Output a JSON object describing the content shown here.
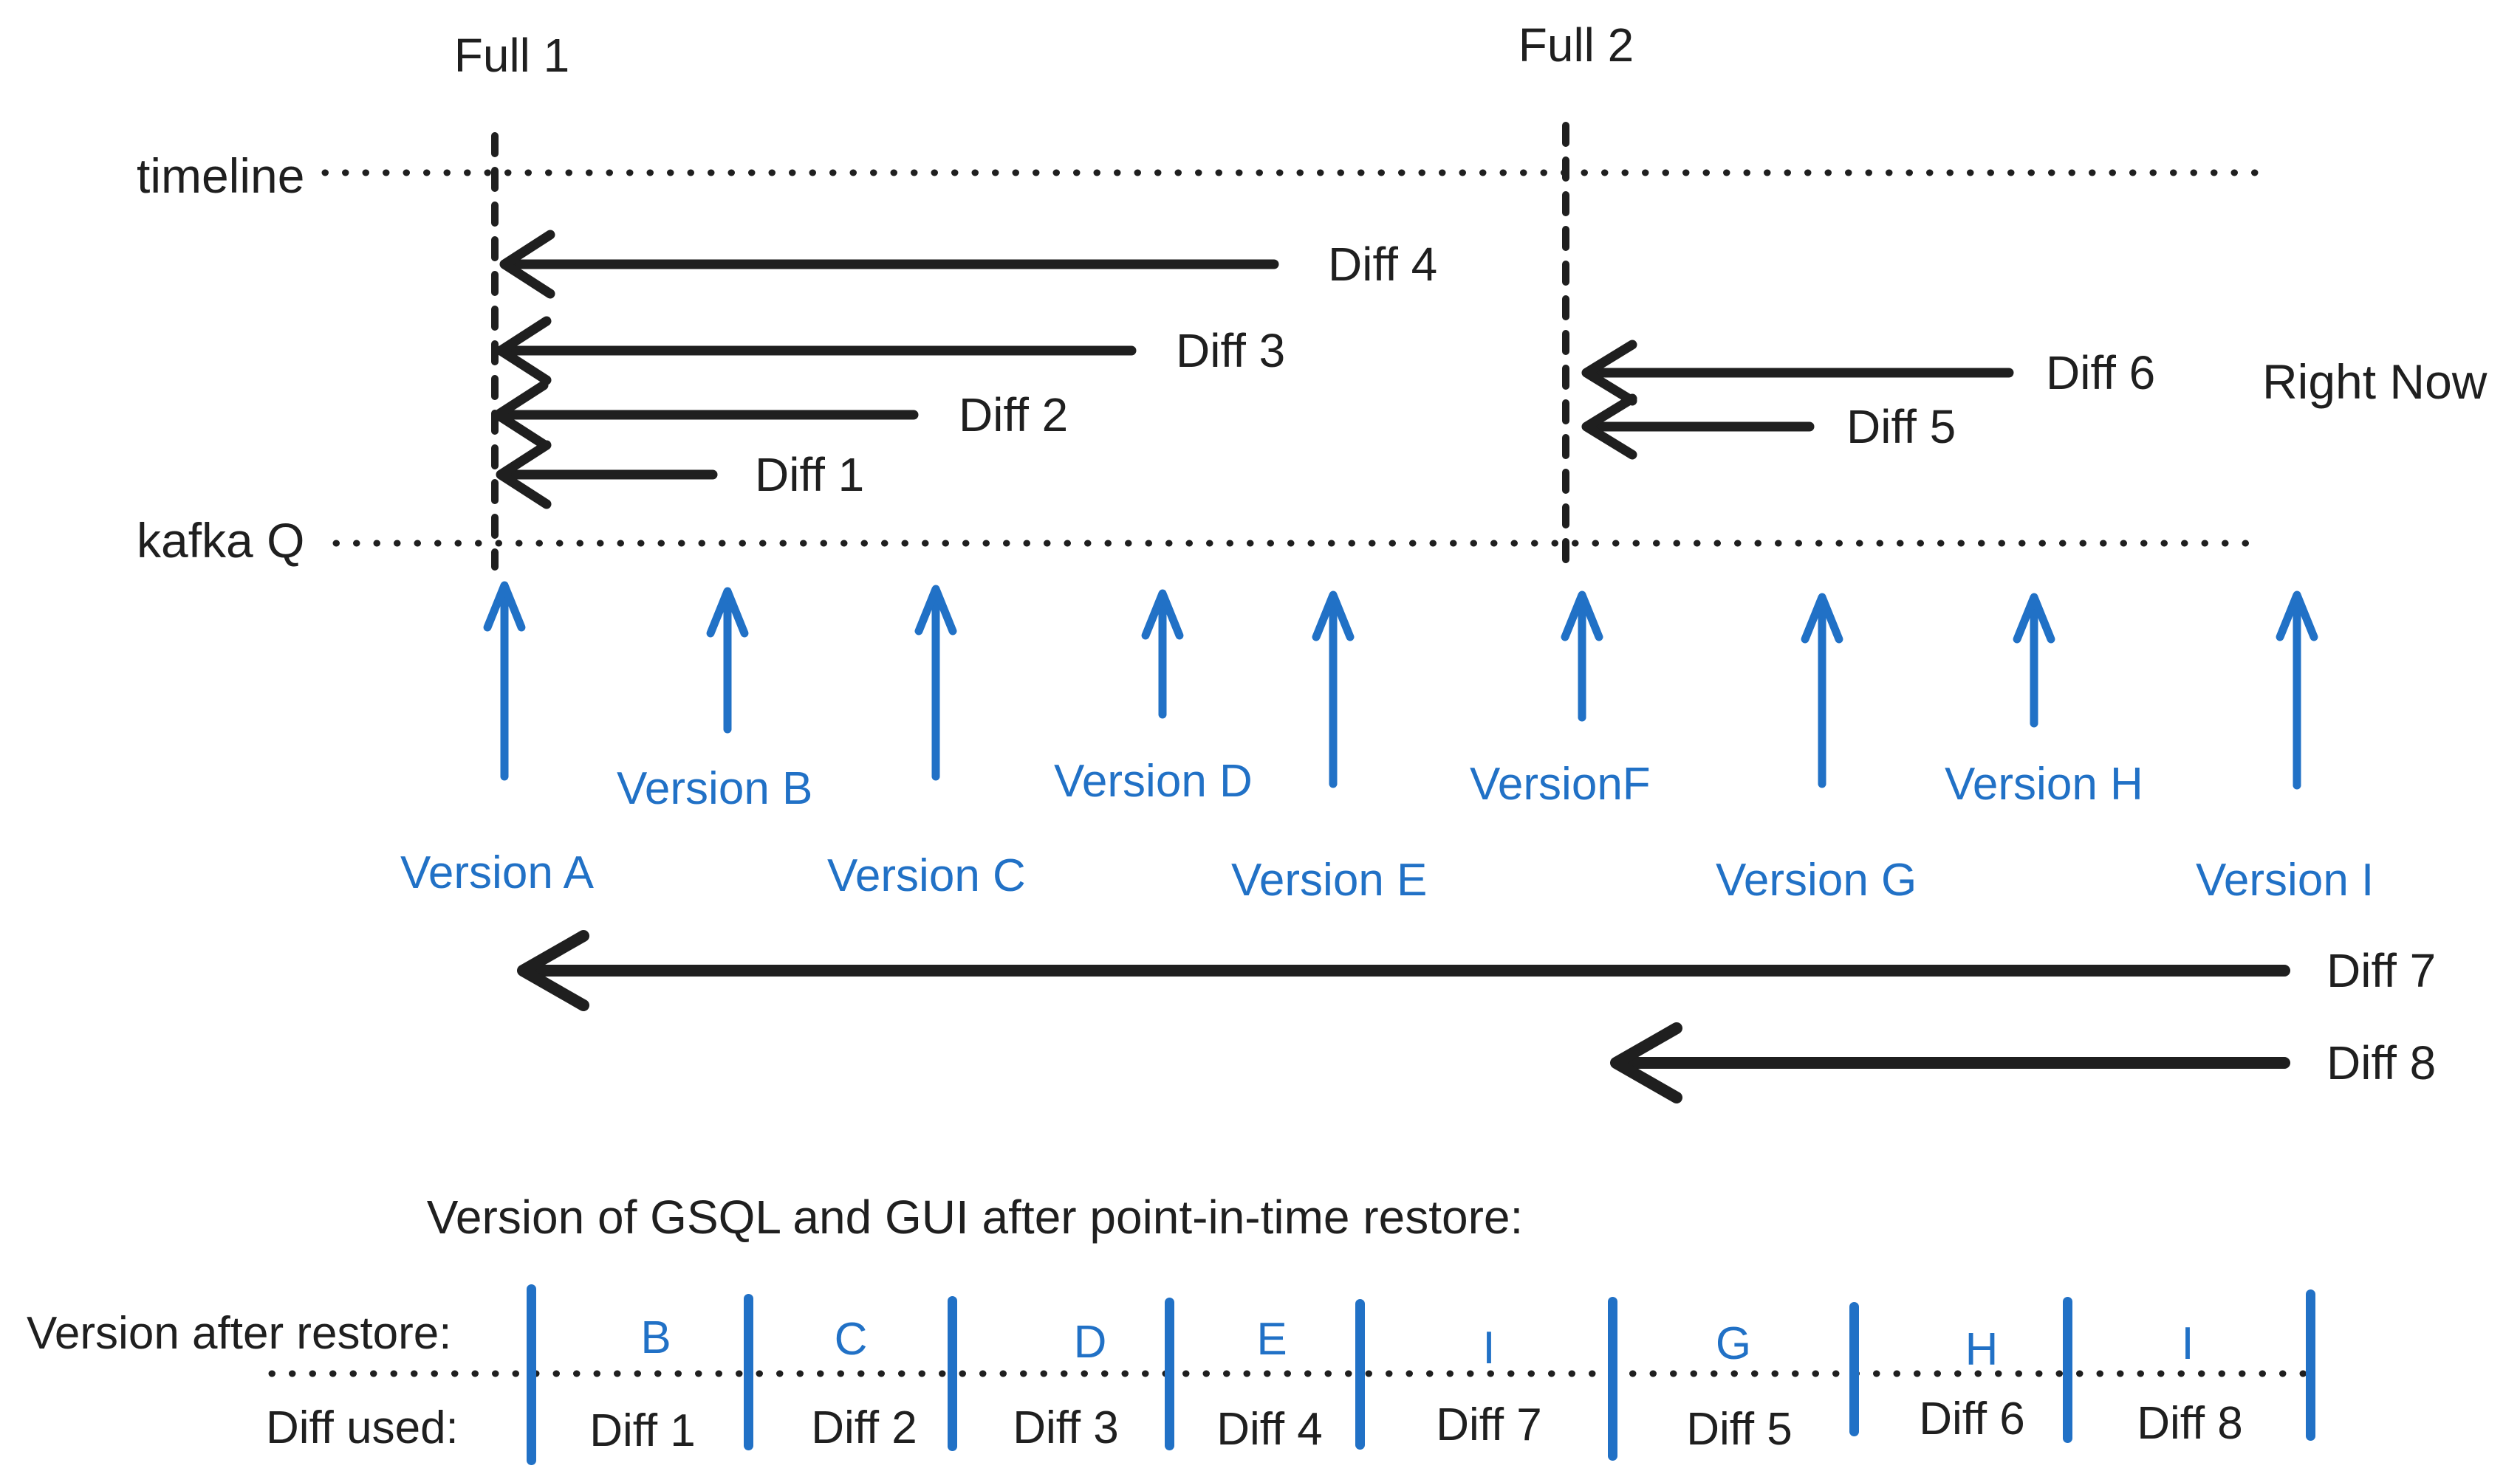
{
  "header": {
    "full1_label": "Full 1",
    "full2_label": "Full 2",
    "timeline_label": "timeline",
    "kafka_label": "kafka Q",
    "right_now_label": "Right Now"
  },
  "diff_arrows": [
    {
      "label": "Diff 1"
    },
    {
      "label": "Diff 2"
    },
    {
      "label": "Diff 3"
    },
    {
      "label": "Diff 4"
    },
    {
      "label": "Diff 5"
    },
    {
      "label": "Diff 6"
    },
    {
      "label": "Diff 7"
    },
    {
      "label": "Diff 8"
    }
  ],
  "versions": [
    {
      "label": "Version A"
    },
    {
      "label": "Version B"
    },
    {
      "label": "Version C"
    },
    {
      "label": "Version D"
    },
    {
      "label": "Version E"
    },
    {
      "label": "VersionF"
    },
    {
      "label": "Version G"
    },
    {
      "label": "Version H"
    },
    {
      "label": "Version I"
    }
  ],
  "restore": {
    "title": "Version of GSQL and GUI after point-in-time restore:",
    "row1_label": "Version after restore:",
    "row2_label": "Diff used:",
    "segments": [
      {
        "version": "B",
        "diff": "Diff 1"
      },
      {
        "version": "C",
        "diff": "Diff 2"
      },
      {
        "version": "D",
        "diff": "Diff 3"
      },
      {
        "version": "E",
        "diff": "Diff 4"
      },
      {
        "version": "I",
        "diff": "Diff 7"
      },
      {
        "version": "G",
        "diff": "Diff 5"
      },
      {
        "version": "H",
        "diff": "Diff 6"
      },
      {
        "version": "I",
        "diff": "Diff 8"
      }
    ]
  },
  "colors": {
    "ink": "#1f1f1f",
    "blue": "#2171c6"
  }
}
